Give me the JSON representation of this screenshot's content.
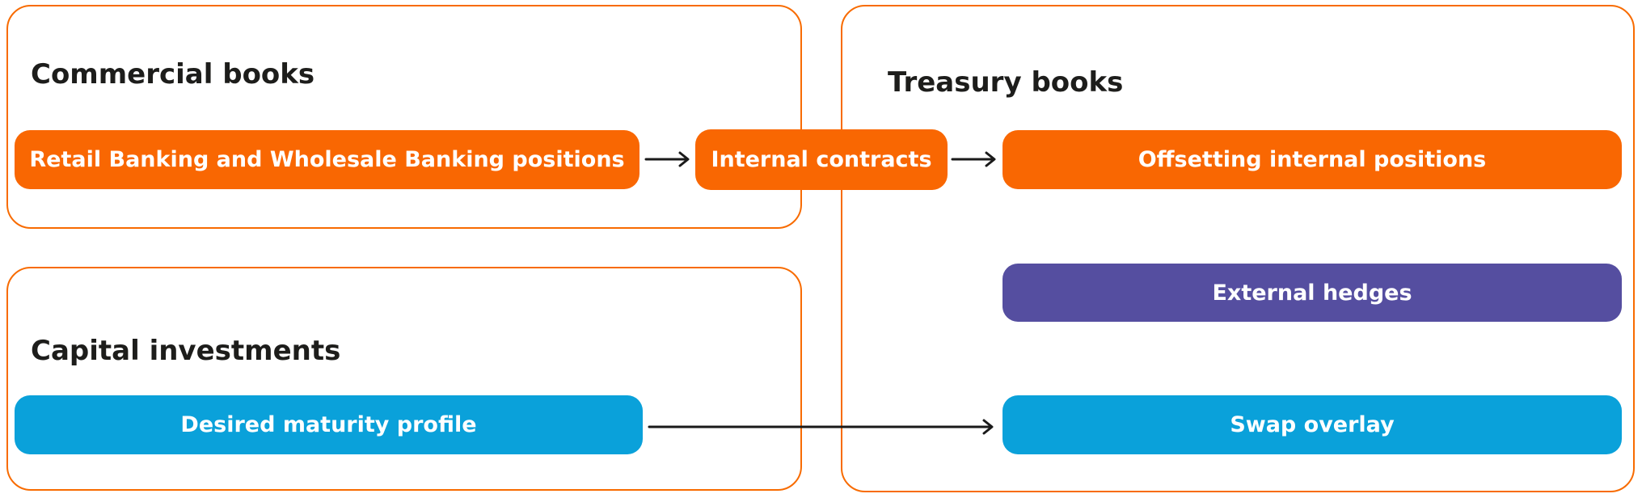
{
  "diagram": {
    "containers": {
      "commercial": {
        "title": "Commercial books"
      },
      "capital": {
        "title": "Capital investments"
      },
      "treasury": {
        "title": "Treasury books"
      }
    },
    "nodes": {
      "retail": {
        "label": "Retail Banking and Wholesale Banking positions",
        "fill": "#F96702"
      },
      "internal": {
        "label": "Internal contracts",
        "fill": "#F96702"
      },
      "offsetting": {
        "label": "Offsetting internal positions",
        "fill": "#F96702"
      },
      "external": {
        "label": "External hedges",
        "fill": "#554EA0"
      },
      "maturity": {
        "label": "Desired maturity profile",
        "fill": "#0AA1DA"
      },
      "swap": {
        "label": "Swap overlay",
        "fill": "#0AA1DA"
      }
    },
    "edges": [
      {
        "from": "Retail Banking and Wholesale Banking positions",
        "to": "Internal contracts"
      },
      {
        "from": "Internal contracts",
        "to": "Offsetting internal positions"
      },
      {
        "from": "Desired maturity profile",
        "to": "Swap overlay"
      }
    ],
    "colors": {
      "container_border": "#F86B00",
      "node_orange": "#F96702",
      "node_purple": "#554EA0",
      "node_blue": "#0AA1DA",
      "arrow": "#1A1A1A",
      "title_text": "#1D1D1B",
      "node_text": "#FFFFFF",
      "background": "#FFFFFF"
    }
  }
}
